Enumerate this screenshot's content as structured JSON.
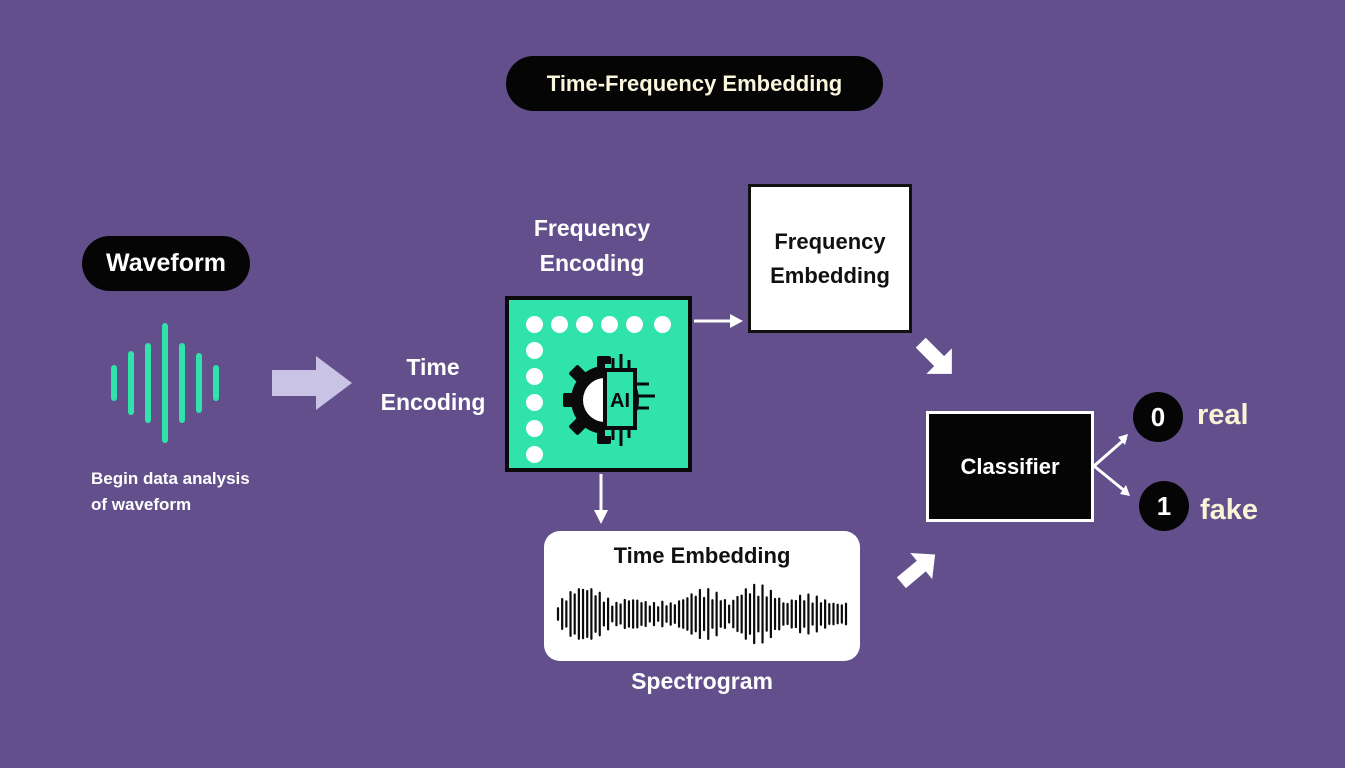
{
  "title": "Time-Frequency Embedding",
  "waveform": {
    "label": "Waveform",
    "caption_line1": "Begin data analysis",
    "caption_line2": "of waveform"
  },
  "time_encoding": {
    "line1": "Time",
    "line2": "Encoding"
  },
  "frequency_encoding": {
    "line1": "Frequency",
    "line2": "Encoding"
  },
  "chip": {
    "label": "AI"
  },
  "frequency_embedding": {
    "line1": "Frequency",
    "line2": "Embedding"
  },
  "time_embedding": {
    "label": "Time Embedding"
  },
  "spectrogram": {
    "label": "Spectrogram"
  },
  "classifier": {
    "label": "Classifier"
  },
  "outputs": [
    {
      "value": "0",
      "label": "real"
    },
    {
      "value": "1",
      "label": "fake"
    }
  ],
  "colors": {
    "background": "#624f8c",
    "accent_green": "#2fe3ab",
    "arrow_lavender": "#c9c3e6",
    "output_text": "#fbf3d6"
  }
}
